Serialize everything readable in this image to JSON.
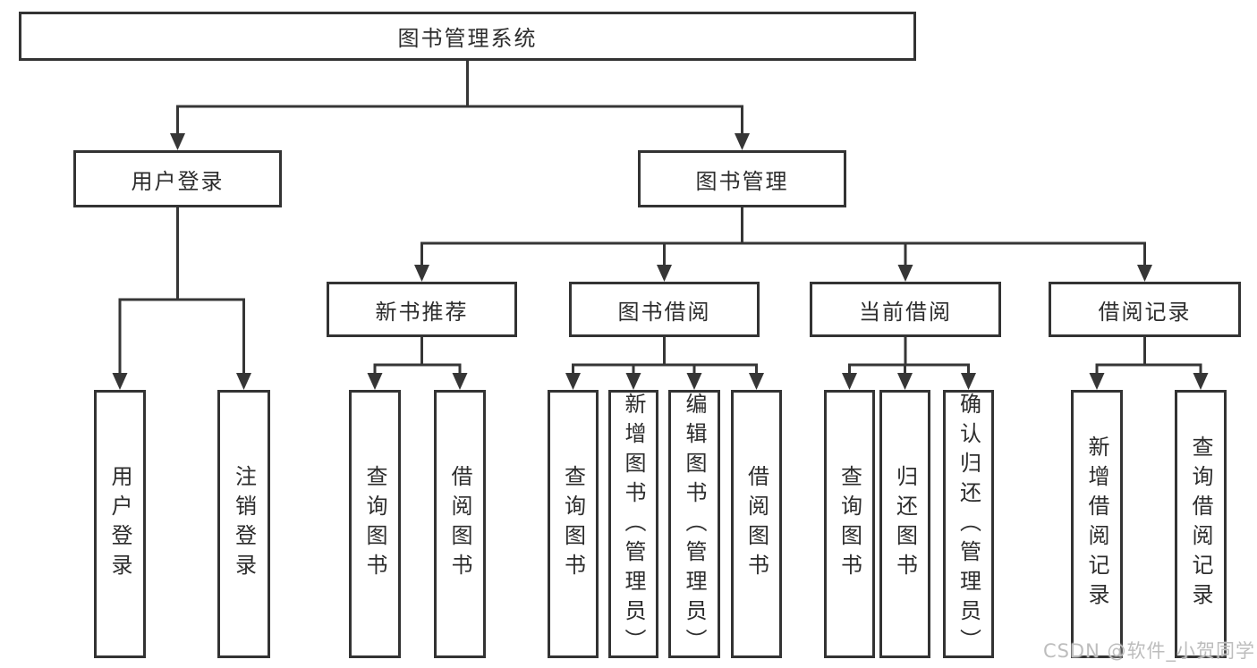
{
  "diagram_title": "图书管理系统",
  "nodes": [
    {
      "id": "root",
      "label": "图书管理系统",
      "parent": null
    },
    {
      "id": "user-login",
      "label": "用户登录",
      "parent": "root"
    },
    {
      "id": "book-management",
      "label": "图书管理",
      "parent": "root"
    },
    {
      "id": "new-book-recommend",
      "label": "新书推荐",
      "parent": "book-management"
    },
    {
      "id": "book-borrowing",
      "label": "图书借阅",
      "parent": "book-management"
    },
    {
      "id": "current-borrowing",
      "label": "当前借阅",
      "parent": "book-management"
    },
    {
      "id": "borrowing-records",
      "label": "借阅记录",
      "parent": "book-management"
    },
    {
      "id": "leaf-user-login",
      "label": "用户登录",
      "parent": "user-login"
    },
    {
      "id": "leaf-logout",
      "label": "注销登录",
      "parent": "user-login"
    },
    {
      "id": "leaf-query-books-1",
      "label": "查询图书",
      "parent": "new-book-recommend"
    },
    {
      "id": "leaf-borrow-books-1",
      "label": "借阅图书",
      "parent": "new-book-recommend"
    },
    {
      "id": "leaf-query-books-2",
      "label": "查询图书",
      "parent": "book-borrowing"
    },
    {
      "id": "leaf-add-books",
      "label": "新增图书（管理员）",
      "parent": "book-borrowing"
    },
    {
      "id": "leaf-edit-books",
      "label": "编辑图书（管理员）",
      "parent": "book-borrowing"
    },
    {
      "id": "leaf-borrow-books-2",
      "label": "借阅图书",
      "parent": "book-borrowing"
    },
    {
      "id": "leaf-query-books-3",
      "label": "查询图书",
      "parent": "current-borrowing"
    },
    {
      "id": "leaf-return-books",
      "label": "归还图书",
      "parent": "current-borrowing"
    },
    {
      "id": "leaf-confirm-return",
      "label": "确认归还（管理员）",
      "parent": "current-borrowing"
    },
    {
      "id": "leaf-add-borrow-record",
      "label": "新增借阅记录",
      "parent": "borrowing-records"
    },
    {
      "id": "leaf-query-borrow-record",
      "label": "查询借阅记录",
      "parent": "borrowing-records"
    }
  ],
  "watermark": {
    "text": "CSDN @软件_小贺同学"
  },
  "colors": {
    "line": "#363636",
    "box_border": "#333333",
    "box_fill": "#ffffff",
    "text": "#2d2d2d",
    "watermark": "#bdbdbd"
  }
}
